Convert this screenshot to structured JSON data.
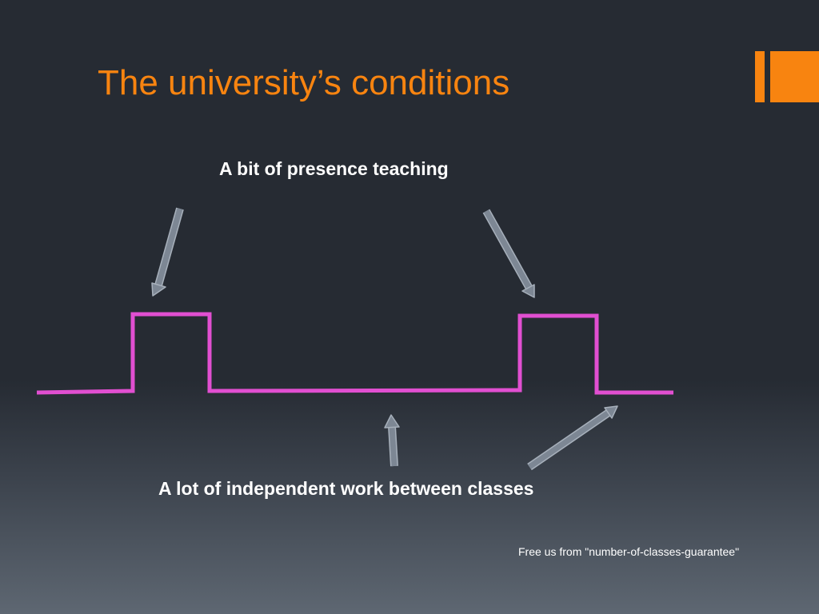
{
  "slide": {
    "title": "The university’s conditions",
    "top_label": "A bit of presence teaching",
    "bottom_label": "A lot of independent work between classes",
    "footnote": "Free us from \"number-of-classes-guarantee\""
  },
  "colors": {
    "background": "#262b33",
    "title": "#f88410",
    "accent_logo": "#f88410",
    "pulse_line": "#e14fd1",
    "arrow_fill": "#7d8794",
    "arrow_outline": "#a7b0bb",
    "text": "#ffffff"
  }
}
